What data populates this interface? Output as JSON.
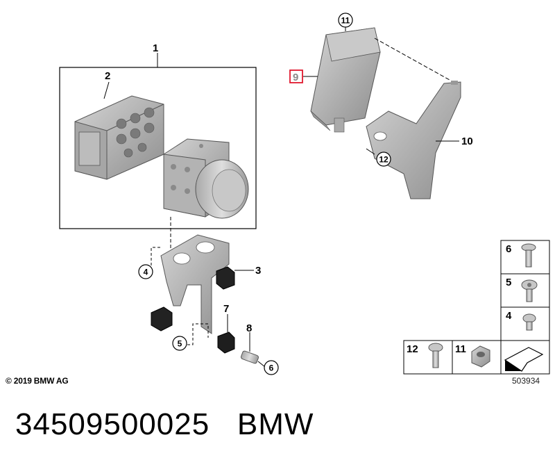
{
  "labels": {
    "l1": "1",
    "l2": "2",
    "l3": "3",
    "l4": "4",
    "l5": "5",
    "l6": "6",
    "l7": "7",
    "l8": "8",
    "l9": "9",
    "l10": "10",
    "l11": "11",
    "l12": "12"
  },
  "grid": {
    "g6": "6",
    "g5": "5",
    "g4": "4",
    "g12": "12",
    "g11": "11"
  },
  "copyright": "© 2019 BMW AG",
  "diagram_id": "503934",
  "part_caption": {
    "number": "34509500025",
    "brand": "BMW"
  },
  "colors": {
    "part_fill": "#b9b9b9",
    "part_dark": "#8e8e8e",
    "highlight": "#e0182d"
  }
}
